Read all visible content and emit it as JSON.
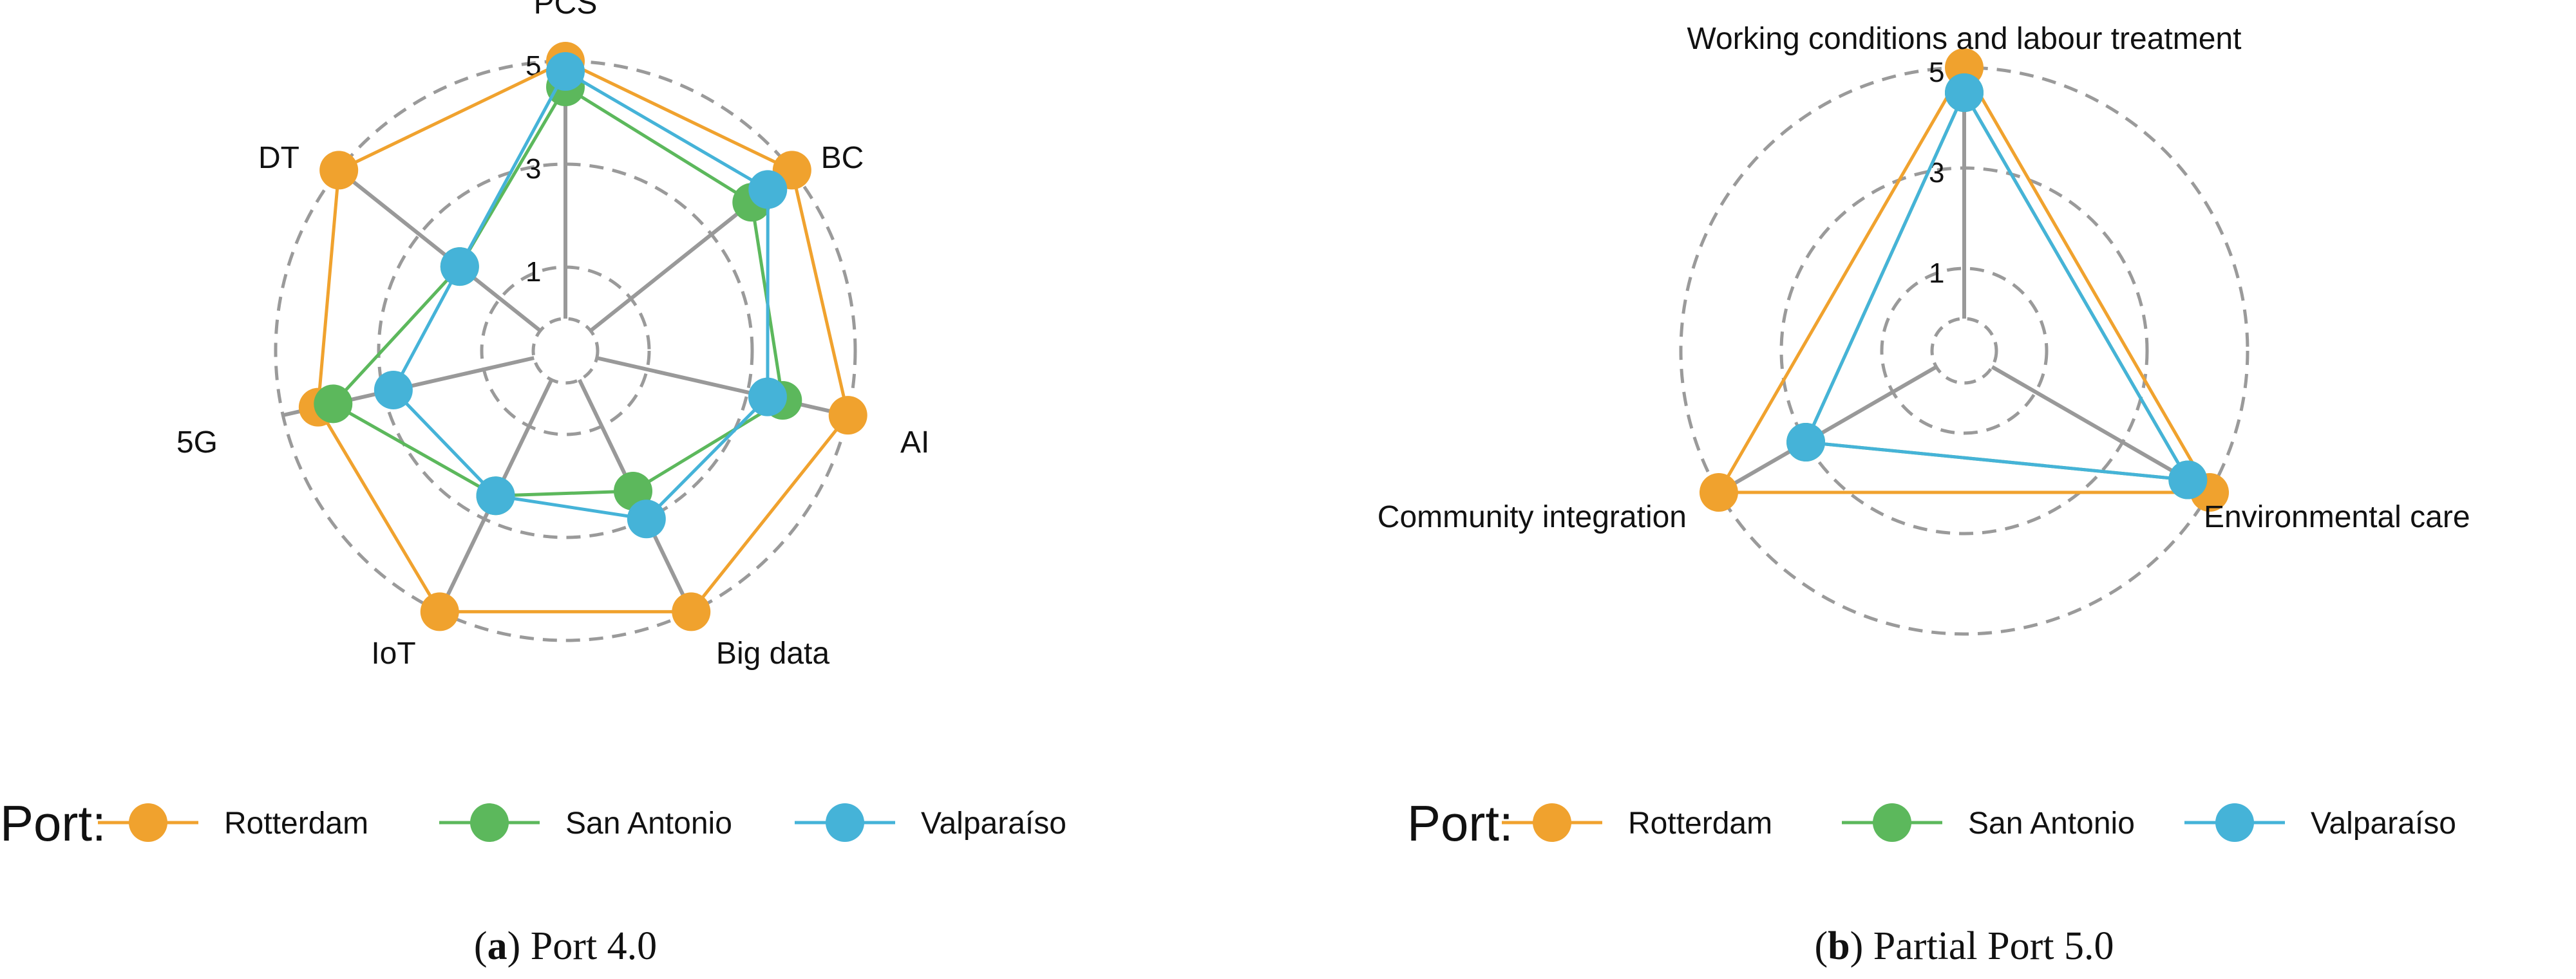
{
  "chart_data": [
    {
      "type": "radar",
      "caption": {
        "letter": "a",
        "text": "Port 4.0"
      },
      "axes": [
        "PCS",
        "BC",
        "AI",
        "Big data",
        "IoT",
        "5G",
        "DT"
      ],
      "rlim": [
        0,
        5
      ],
      "rings": [
        1,
        3,
        5
      ],
      "ring_labels": [
        "1",
        "3",
        "5"
      ],
      "grid": "dashed",
      "legend_position": "bottom",
      "legend_title": "Port:",
      "series": [
        {
          "name": "Rotterdam",
          "color": "#F0A22E",
          "values": [
            5,
            5,
            5,
            5,
            5,
            4.3,
            5
          ]
        },
        {
          "name": "San Antonio",
          "color": "#5CB85C",
          "values": [
            4.5,
            4,
            3.7,
            2.4,
            2.5,
            4,
            2
          ]
        },
        {
          "name": "Valparaíso",
          "color": "#45B3D8",
          "values": [
            4.8,
            4.4,
            3.4,
            3,
            2.5,
            2.8,
            2
          ]
        }
      ]
    },
    {
      "type": "radar",
      "caption": {
        "letter": "b",
        "text": "Partial Port 5.0"
      },
      "axes": [
        "Working conditions and labour treatment",
        "Environmental care",
        "Community integration"
      ],
      "rlim": [
        0,
        5
      ],
      "rings": [
        1,
        3,
        5
      ],
      "ring_labels": [
        "1",
        "3",
        "5"
      ],
      "grid": "dashed",
      "legend_position": "bottom",
      "legend_title": "Port:",
      "series": [
        {
          "name": "Rotterdam",
          "color": "#F0A22E",
          "values": [
            5,
            5,
            5
          ]
        },
        {
          "name": "San Antonio",
          "color": "#5CB85C",
          "values": [
            4.5,
            4.5,
            3
          ]
        },
        {
          "name": "Valparaíso",
          "color": "#45B3D8",
          "values": [
            4.5,
            4.5,
            3
          ]
        }
      ]
    }
  ]
}
